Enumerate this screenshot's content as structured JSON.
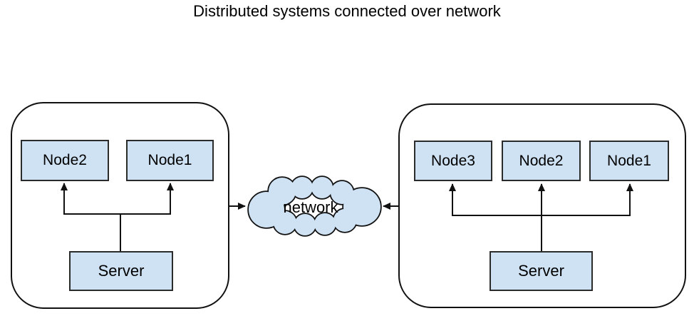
{
  "title": "Distributed systems connected over network",
  "network": {
    "label": "network"
  },
  "systems": [
    {
      "nodes": [
        "Node2",
        "Node1"
      ],
      "server": "Server"
    },
    {
      "nodes": [
        "Node3",
        "Node2",
        "Node1"
      ],
      "server": "Server"
    }
  ],
  "colors": {
    "background": "#ffffff",
    "box_fill": "#cfe2f3",
    "box_border": "#2b2b2b",
    "line": "#111111",
    "text": "#000000"
  }
}
